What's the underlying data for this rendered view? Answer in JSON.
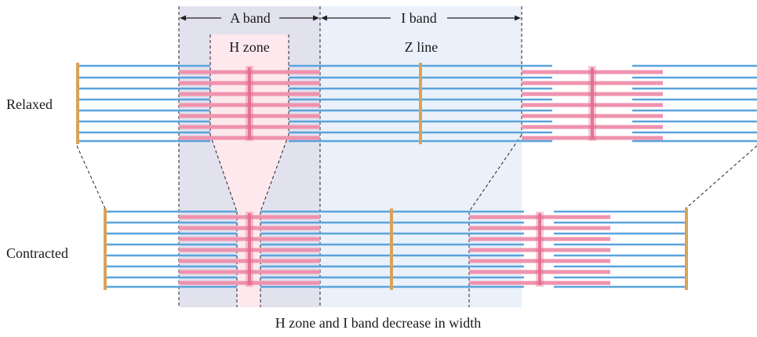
{
  "labels": {
    "a_band": "A band",
    "i_band": "I band",
    "h_zone": "H zone",
    "z_line": "Z line",
    "relaxed": "Relaxed",
    "contracted": "Contracted",
    "caption": "H zone and I band decrease in width"
  },
  "colors": {
    "thin_filament": "#5aa3dc",
    "thick_filament": "#ef93ae",
    "m_line": "#e26b8f",
    "z_disc": "#d8a35a",
    "a_band_region": "#e2e2ee",
    "i_band_region": "#eaf1fa",
    "h_zone_region": "#fde8ee",
    "guide_line": "#222222"
  }
}
